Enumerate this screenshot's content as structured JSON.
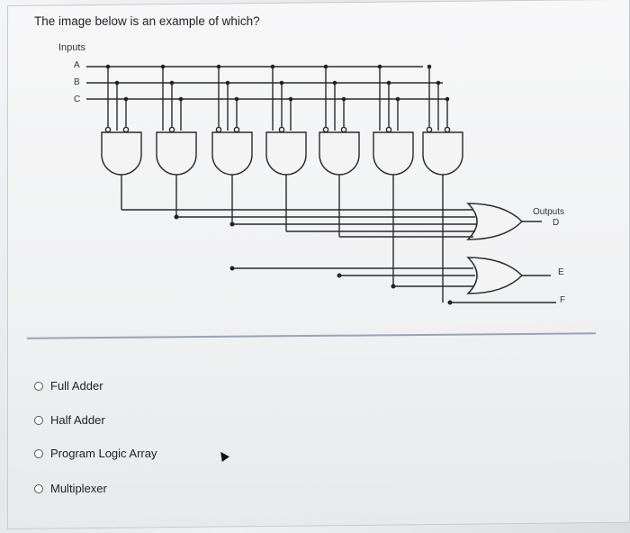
{
  "question": {
    "text": "The image below is an example of which?"
  },
  "diagram": {
    "inputs_label": "Inputs",
    "input_names": [
      "A",
      "B",
      "C"
    ],
    "outputs_label": "Outputs",
    "output_names": [
      "D",
      "E",
      "F"
    ]
  },
  "options": [
    {
      "label": "Full Adder"
    },
    {
      "label": "Half Adder"
    },
    {
      "label": "Program Logic Array"
    },
    {
      "label": "Multiplexer"
    }
  ]
}
